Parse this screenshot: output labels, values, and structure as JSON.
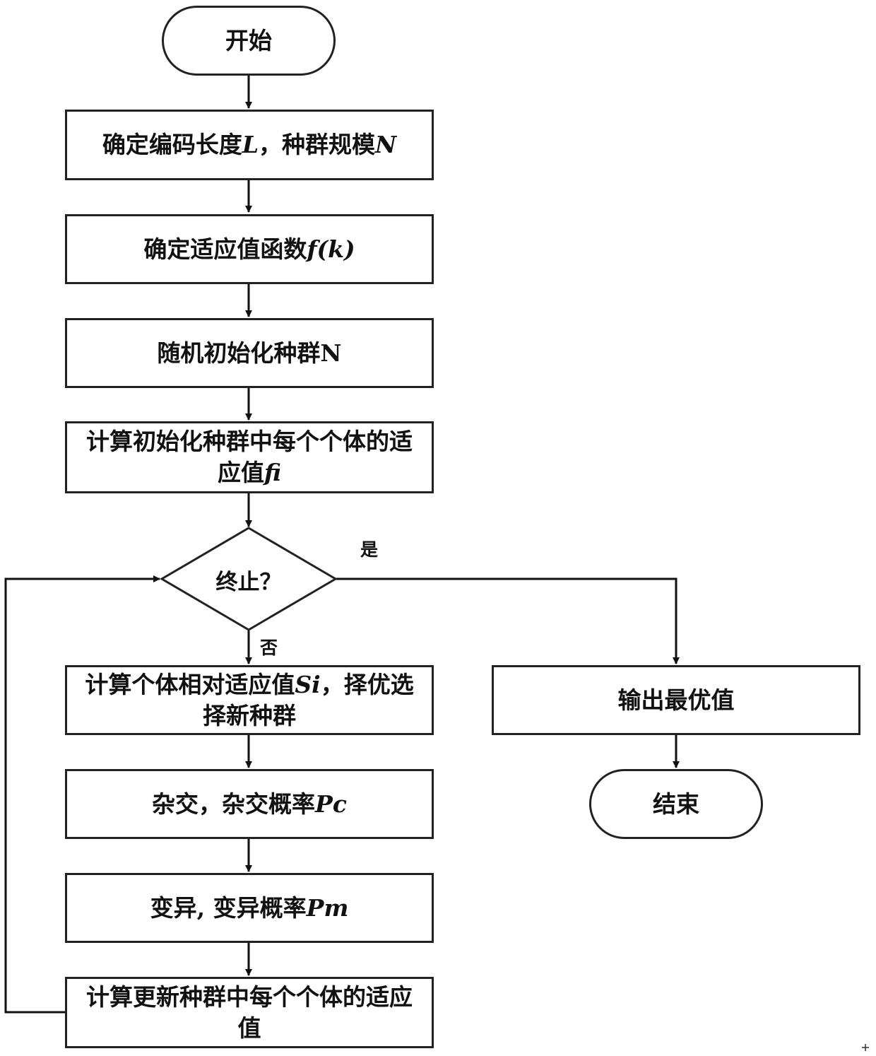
{
  "nodes": {
    "start": "开始",
    "step1": {
      "text": "确定编码长度",
      "v1": "L",
      "sep": "，种群规模",
      "v2": "N"
    },
    "step2": {
      "text": "确定适应值函数",
      "v1": "f(k)"
    },
    "step3": "随机初始化种群N",
    "step4": {
      "text": "计算初始化种群中每个个体的适应值",
      "v1": "fi"
    },
    "decision": "终止？",
    "step5": {
      "text": "计算个体相对适应值",
      "v1": "Si",
      "rest": "，择优选择新种群"
    },
    "step6": {
      "text": "杂交，杂交概率",
      "v1": "Pc"
    },
    "step7": {
      "text": "变异, 变异概率",
      "v1": "Pm"
    },
    "step8": "计算更新种群中每个个体的适应值",
    "output": "输出最优值",
    "end": "结束"
  },
  "branches": {
    "yes": "是",
    "no": "否"
  }
}
